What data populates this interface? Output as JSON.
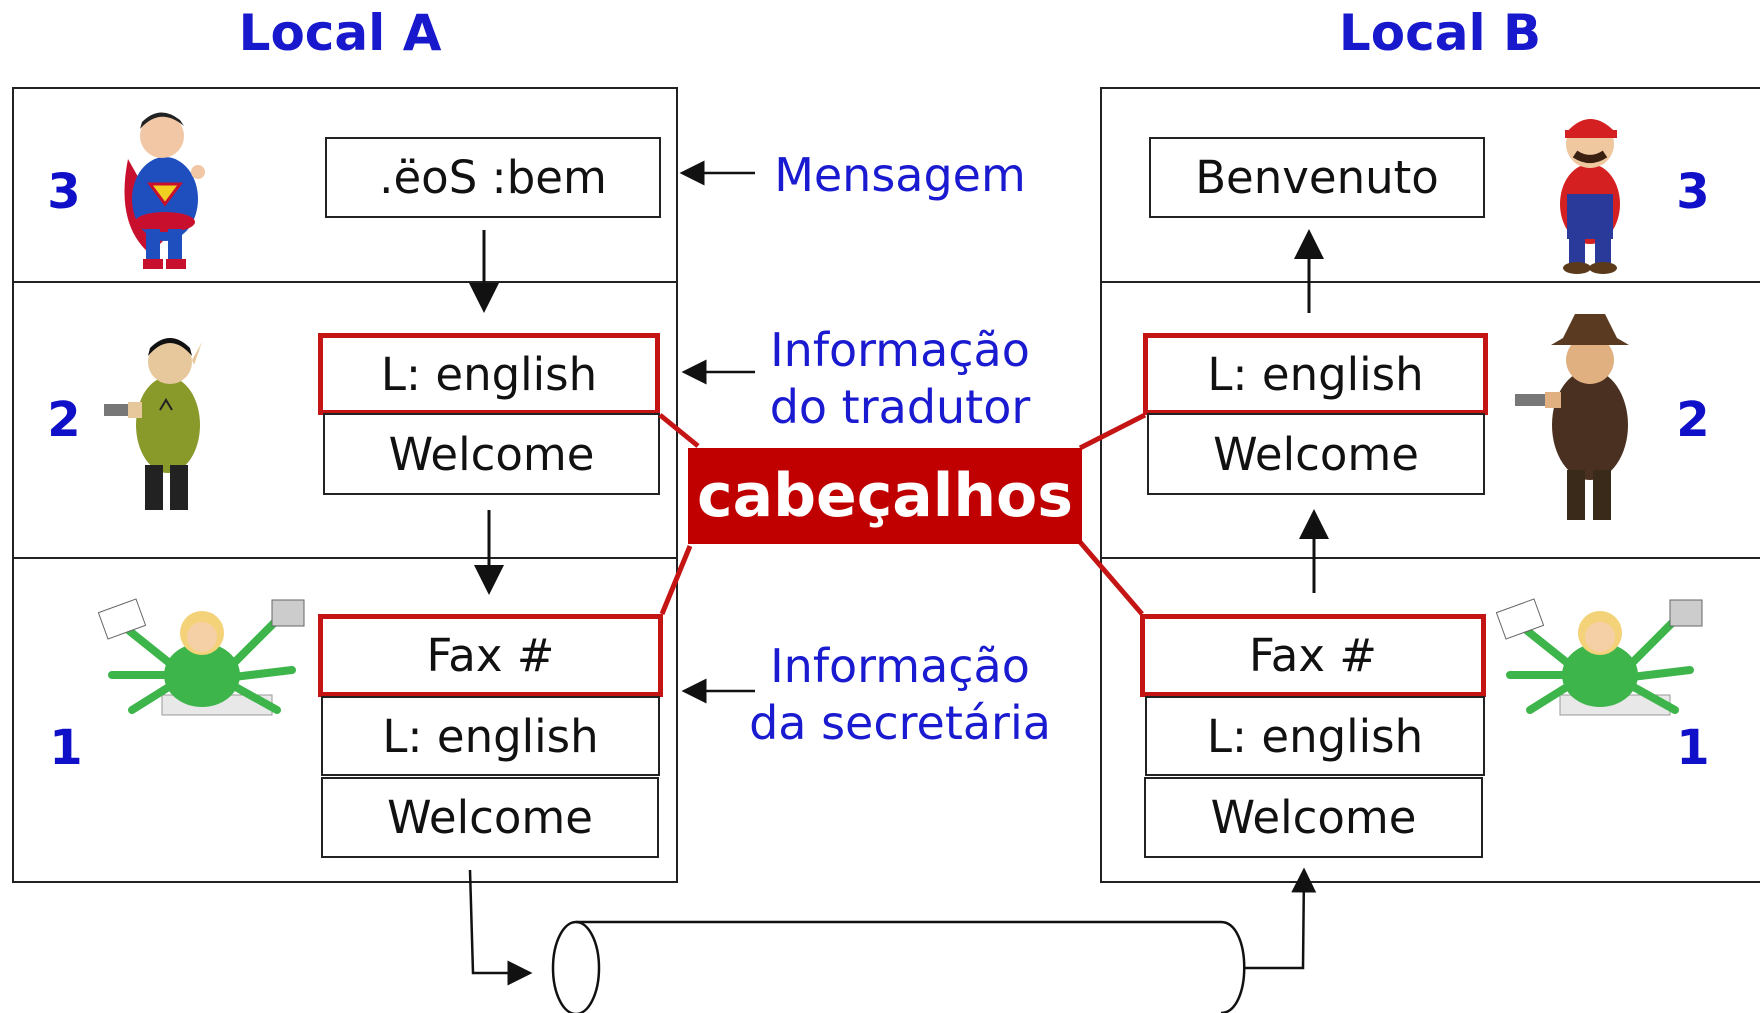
{
  "titles": {
    "local_a": "Local A",
    "local_b": "Local B"
  },
  "layers": {
    "three": "3",
    "two": "2",
    "one": "1"
  },
  "local_a": {
    "layer3_message": ".ëoS :bem",
    "layer2_header": "L: english",
    "layer2_message": "Welcome",
    "layer1_header": "Fax #",
    "layer1_lang": "L: english",
    "layer1_message": "Welcome"
  },
  "local_b": {
    "layer3_message": "Benvenuto",
    "layer2_header": "L: english",
    "layer2_message": "Welcome",
    "layer1_header": "Fax #",
    "layer1_lang": "L: english",
    "layer1_message": "Welcome"
  },
  "annotations": {
    "mensagem": "Mensagem",
    "tradutor_line1": "Informação",
    "tradutor_line2": "do tradutor",
    "secretaria_line1": "Informação",
    "secretaria_line2": "da secretária"
  },
  "banner": "cabeçalhos",
  "colors": {
    "title_blue": "#1818cc",
    "header_red": "#c51414",
    "banner_red": "#c00000"
  },
  "icons": [
    "superman-figure-icon",
    "spock-figure-icon",
    "secretary-figure-icon",
    "mario-figure-icon",
    "cowboy-figure-icon",
    "secretary-figure-icon"
  ]
}
